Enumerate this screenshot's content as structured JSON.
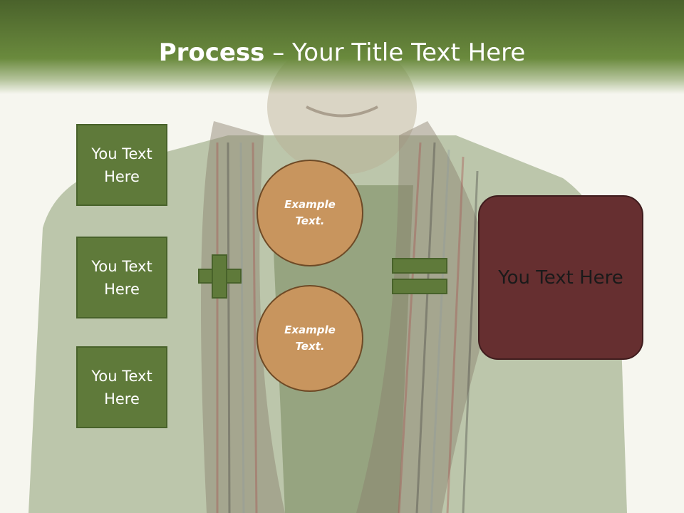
{
  "slide": {
    "title_bold": "Process",
    "title_rest": " – Your Title Text Here",
    "left_boxes": [
      "You Text Here",
      "You Text Here",
      "You Text Here"
    ],
    "circles": [
      "Example Text.",
      "Example Text."
    ],
    "result_text": "You Text Here"
  },
  "colors": {
    "header_green": "#5a7533",
    "box_green": "#5f7a3a",
    "circle_orange": "#c8955e",
    "result_maroon": "#662f30"
  },
  "icons": [
    "plus-icon",
    "equals-icon"
  ]
}
